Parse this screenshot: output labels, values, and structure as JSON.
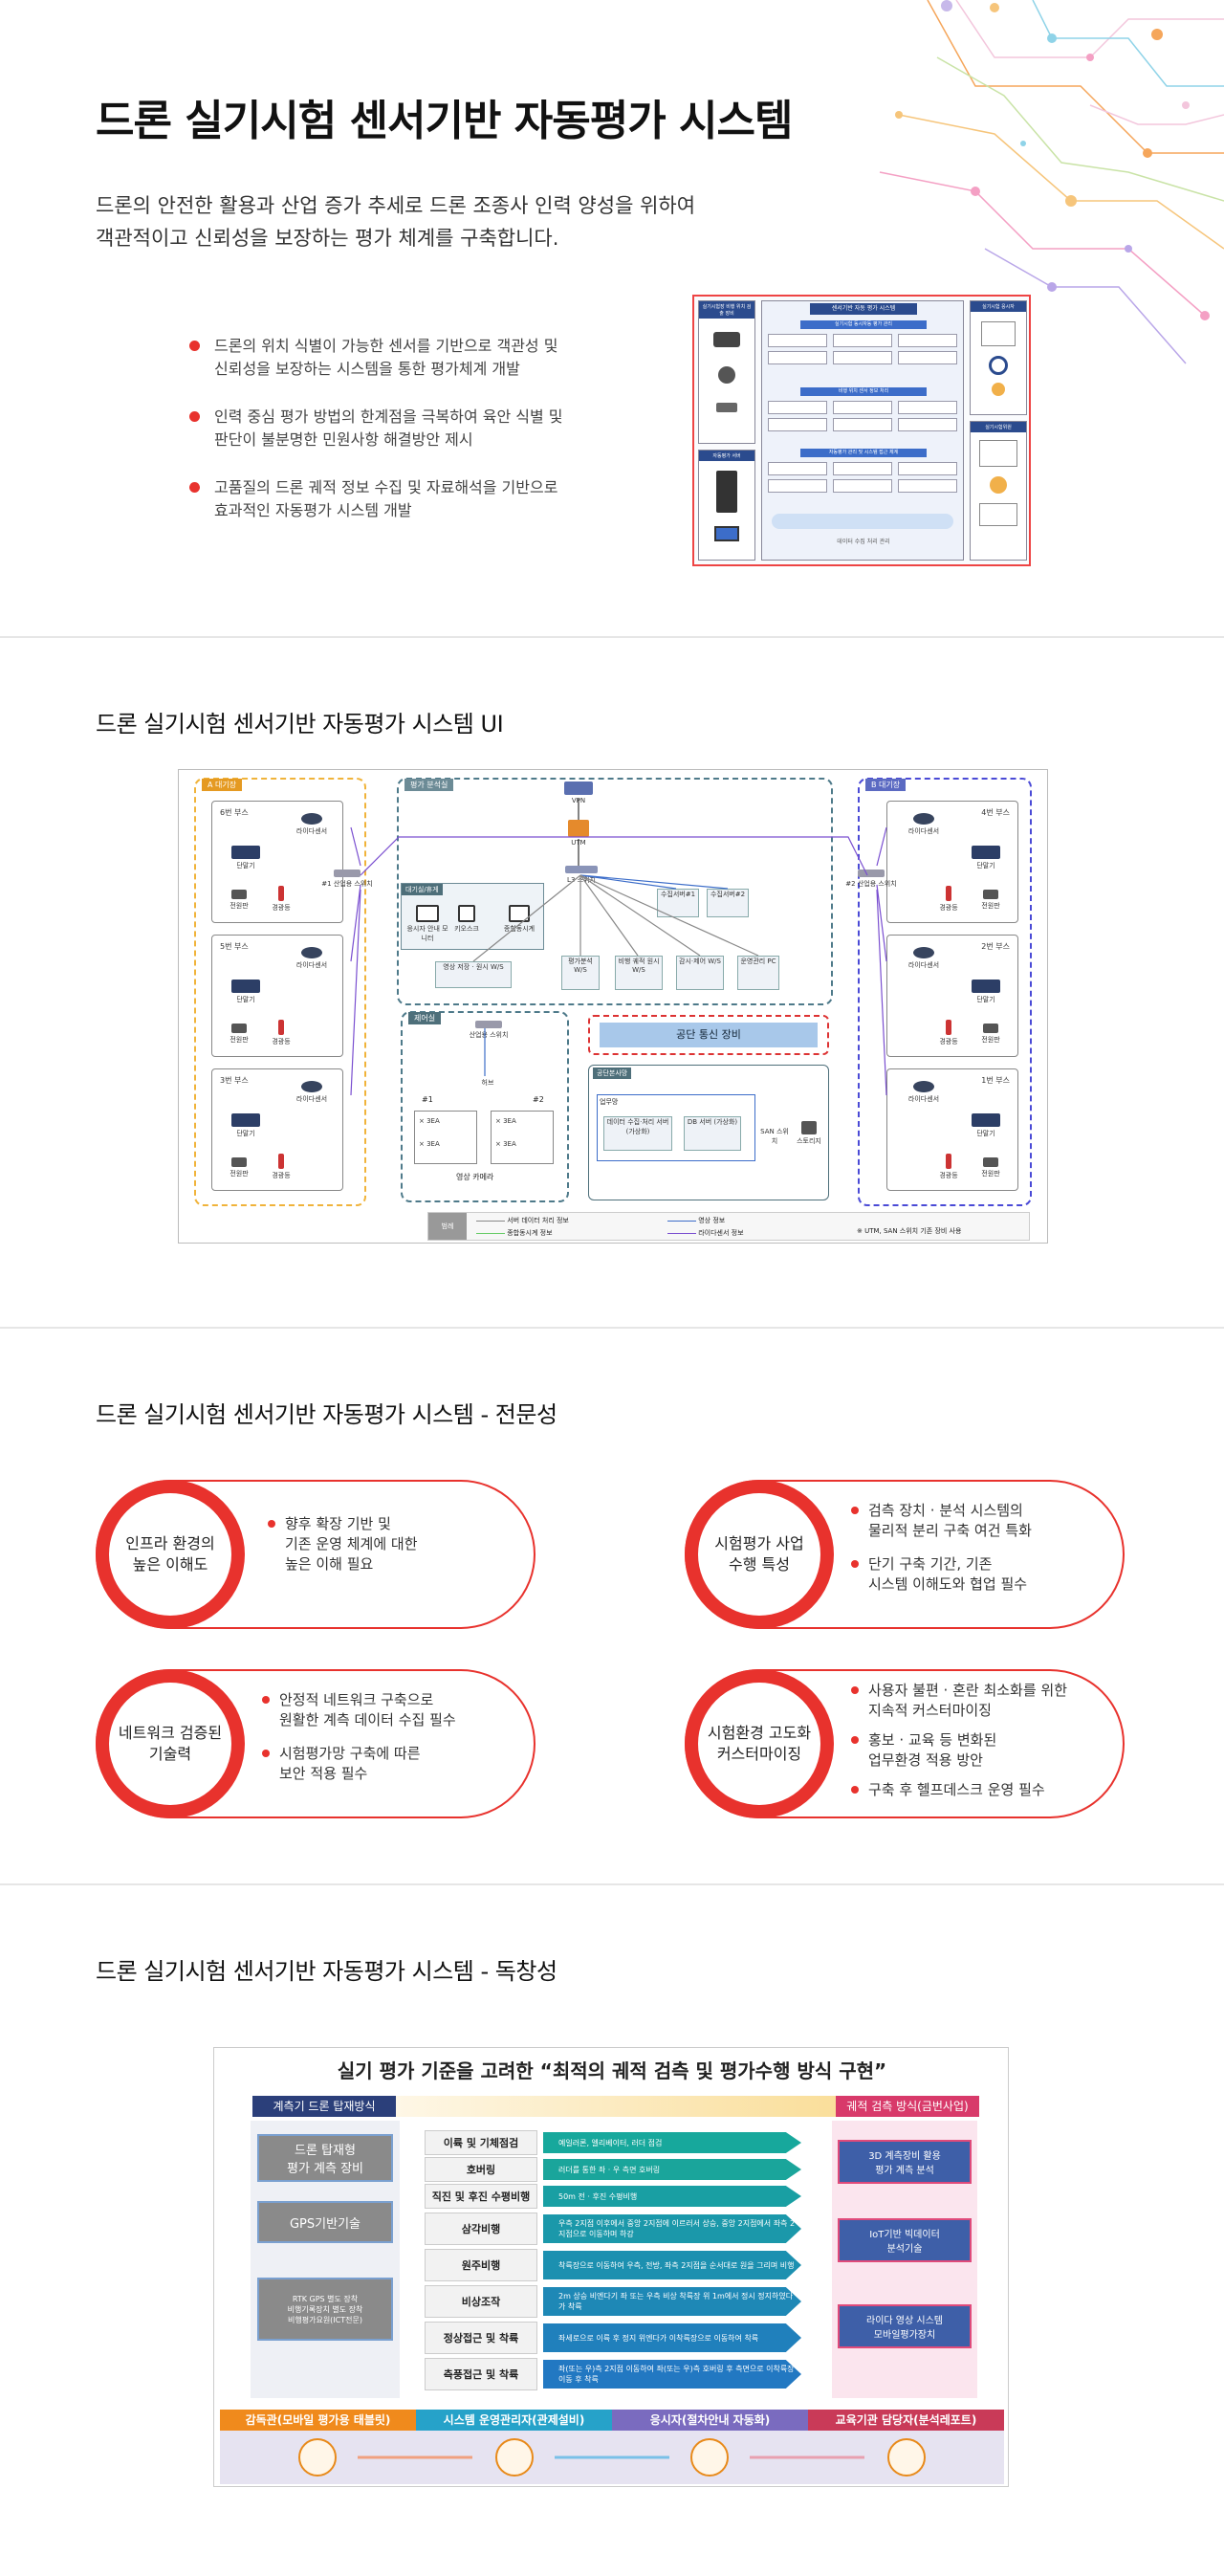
{
  "hero": {
    "title": "드론 실기시험 센서기반 자동평가 시스템",
    "desc_line1": "드론의 안전한 활용과 산업 증가 추세로 드론 조종사 인력 양성을 위하여",
    "desc_line2": "객관적이고 신뢰성을 보장하는 평가 체계를 구축합니다.",
    "bullets": [
      {
        "line1": "드론의 위치 식별이 가능한 센서를 기반으로 객관성 및",
        "line2": "신뢰성을 보장하는 시스템을 통한 평가체계 개발"
      },
      {
        "line1": "인력 중심 평가 방법의 한계점을 극복하여 육안 식별 및",
        "line2": "판단이 불분명한 민원사항 해결방안 제시"
      },
      {
        "line1": "고품질의 드론 궤적 정보 수집 및 자료해석을 기반으로",
        "line2": "효과적인 자동평가 시스템 개발"
      }
    ],
    "diagram": {
      "header": "센서기반 자동 평가 시스템",
      "bar1": "실기시험 동시자동 평가 관리",
      "bar2": "비행 위치 센서 정보 처리",
      "bar3": "자동평가 관리 및 시스템 접근 체계",
      "footer": "데이터 수집 처리 관리",
      "left_top": "실기시험장 비행 위치 검출 장비",
      "left_bottom": "자동평가 서버",
      "right_top": "실기시험 응시자",
      "right_bottom": "실기시험위원"
    }
  },
  "sections": {
    "ui_title": "드론 실기시험 센서기반 자동평가 시스템 UI",
    "expertise_title": "드론 실기시험 센서기반 자동평가 시스템 - 전문성",
    "originality_title": "드론 실기시험 센서기반 자동평가 시스템 - 독창성"
  },
  "network": {
    "zone_a": "A 대기장",
    "zone_b": "B 대기장",
    "zone_eval": "평가 분석실",
    "waiting": "대기실/휴게",
    "control": "제어실",
    "booths_left": [
      "6번 부스",
      "5번 부스",
      "3번 부스"
    ],
    "booths_right": [
      "4번 부스",
      "2번 부스",
      "1번 부스"
    ],
    "lidar": "라이다센서",
    "terminal": "단말기",
    "ctrl_pad": "전원판",
    "sensor": "경광등",
    "switch_left": "#1 산업용 스위치",
    "switch_right": "#2 산업용 스위치",
    "vpn": "VPN",
    "utm": "UTM",
    "l3": "L3 스위치",
    "collect1": "수집서버#1",
    "collect2": "수집서버#2",
    "kiosk": "응시자 안내 모니터",
    "kiosk2": "키오스크",
    "wide": "종합동시계",
    "ws1": "영상 저장 · 원시 W/S",
    "ws2": "평가분석 W/S",
    "ws3": "비행 궤적 원시 W/S",
    "ws4": "감시·제어 W/S",
    "pc": "운영관리 PC",
    "comm": "공단 통신 장비",
    "hub": "허브",
    "cam_switch": "산업용 스위치",
    "cam1": "× 3EA",
    "cam2": "× 3EA",
    "cam3": "× 3EA",
    "cam4": "× 3EA",
    "cam_label": "영상 카메라",
    "sw1": "#1",
    "sw2": "#2",
    "gov": "공단본사망",
    "gov_sub": "업무망",
    "srv1": "데이터 수집·처리 서버 (가상화)",
    "srv2": "DB 서버 (가상화)",
    "san_switch": "SAN 스위치",
    "storage": "스토리지",
    "legend_title": "범례",
    "legend": [
      "서버 데이터 처리 정보",
      "종합동시계 정보",
      "영상 정보",
      "라이다센서 정보"
    ],
    "note": "※ UTM, SAN 스위치 기존 장비 사용"
  },
  "expertise": [
    {
      "title": "인프라 환경의 높은 이해도",
      "items": [
        "향후 확장 기반 및\n기존 운영 체계에 대한\n높은 이해 필요"
      ]
    },
    {
      "title": "시험평가 사업 수행 특성",
      "items": [
        "검측 장치 · 분석 시스템의\n물리적 분리 구축 여건 특화",
        "단기 구축 기간, 기존\n시스템 이해도와 협업 필수"
      ]
    },
    {
      "title": "네트워크 검증된 기술력",
      "items": [
        "안정적 네트워크 구축으로\n원활한 계측 데이터 수집 필수",
        "시험평가망 구축에 따른\n보안 적용 필수"
      ]
    },
    {
      "title": "시험환경 고도화 커스터마이징",
      "items": [
        "사용자 불편 · 혼란 최소화를 위한\n지속적 커스터마이징",
        "홍보 · 교육 등 변화된\n업무환경 적용 방안",
        "구축 후 헬프데스크 운영 필수"
      ]
    }
  ],
  "originality": {
    "title": "실기 평가 기준을 고려한 “최적의 궤적 검측 및 평가수행 방식 구현”",
    "left_tag": "계측기 드론 탑재방식",
    "right_tag": "궤적 검측 방식(금번사업)",
    "left_boxes": [
      "드론 탑재형\n평가 계측 장비",
      "GPS기반기술",
      "RTK GPS 별도 장착\n비행기록장치 별도 장착\n비행평가요원(ICT전문)"
    ],
    "right_boxes": [
      "3D 계측장비 활용\n평가 계측 분석",
      "IoT기반 빅데이터\n분석기술",
      "라이다 영상 시스템\n모바일평가장치"
    ],
    "rows": [
      {
        "label": "이륙 및 기체점검",
        "desc": "예일러론, 엘리베이터, 러더 점검"
      },
      {
        "label": "호버링",
        "desc": "러더를 통한 좌 · 우 측면 호버링"
      },
      {
        "label": "직진 및 후진 수평비행",
        "desc": "50m 전 · 후진 수평비행"
      },
      {
        "label": "삼각비행",
        "desc": "우측 2지점 이후에서 중앙 2지점에 이르러서 상승, 중앙 2지점에서 좌측 2지점으로 이동하며 하강"
      },
      {
        "label": "원주비행",
        "desc": "착륙장으로 이동하여 우측, 전방, 좌측 2지점을 순서대로 원을 그리며 비행"
      },
      {
        "label": "비상조작",
        "desc": "2m 상승 비엔다기 좌 또는 우측 비상 착륙장 위 1m에서 정시 정지하였다가 착륙"
      },
      {
        "label": "정상접근 및 착륙",
        "desc": "좌세로으로 이륙 후 정지 위엔다가 이착륙장으로 이동하여 착륙"
      },
      {
        "label": "측풍접근 및 착륙",
        "desc": "좌(또는 우)측 2지점 이동하여 좌(또는 우)측 호버링 후 측면으로 이착륙장 이동 후 착륙"
      }
    ],
    "roles": [
      "감독관(모바일 평가용 태블릿)",
      "시스템 운영관리자(관제설비)",
      "응시자(절차안내 자동화)",
      "교육기관 담당자(분석레포트)"
    ]
  }
}
